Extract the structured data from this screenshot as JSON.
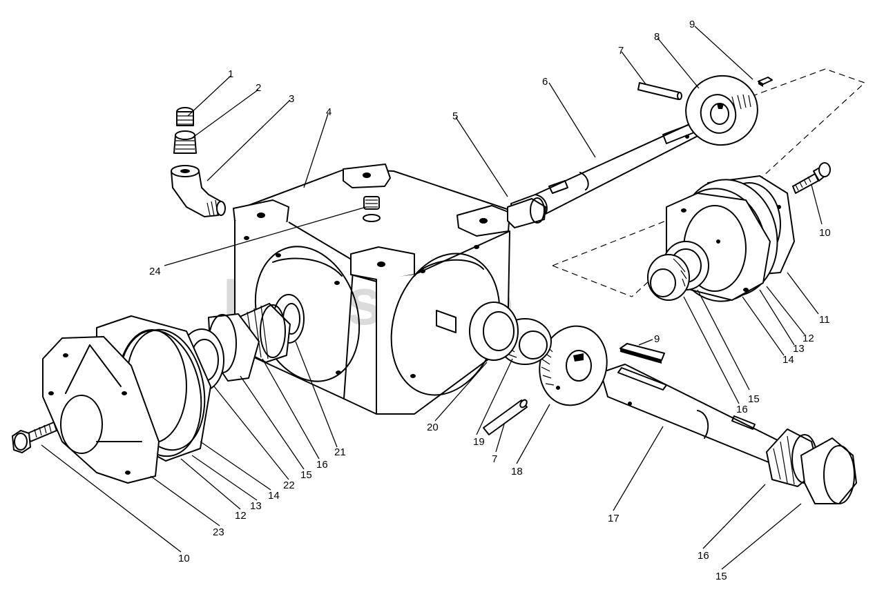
{
  "watermark": "PartsTree",
  "callouts": [
    {
      "id": "c1",
      "text": "1"
    },
    {
      "id": "c2",
      "text": "2"
    },
    {
      "id": "c3",
      "text": "3"
    },
    {
      "id": "c4",
      "text": "4"
    },
    {
      "id": "c5",
      "text": "5"
    },
    {
      "id": "c6",
      "text": "6"
    },
    {
      "id": "c7a",
      "text": "7"
    },
    {
      "id": "c8",
      "text": "8"
    },
    {
      "id": "c9a",
      "text": "9"
    },
    {
      "id": "c10a",
      "text": "10"
    },
    {
      "id": "c11",
      "text": "11"
    },
    {
      "id": "c12a",
      "text": "12"
    },
    {
      "id": "c13a",
      "text": "13"
    },
    {
      "id": "c14a",
      "text": "14"
    },
    {
      "id": "c15a",
      "text": "15"
    },
    {
      "id": "c16a",
      "text": "16"
    },
    {
      "id": "c9b",
      "text": "9"
    },
    {
      "id": "c24",
      "text": "24"
    },
    {
      "id": "c20",
      "text": "20"
    },
    {
      "id": "c19",
      "text": "19"
    },
    {
      "id": "c7b",
      "text": "7"
    },
    {
      "id": "c18",
      "text": "18"
    },
    {
      "id": "c21",
      "text": "21"
    },
    {
      "id": "c16b",
      "text": "16"
    },
    {
      "id": "c15b",
      "text": "15"
    },
    {
      "id": "c22",
      "text": "22"
    },
    {
      "id": "c14b",
      "text": "14"
    },
    {
      "id": "c13b",
      "text": "13"
    },
    {
      "id": "c12b",
      "text": "12"
    },
    {
      "id": "c23",
      "text": "23"
    },
    {
      "id": "c10b",
      "text": "10"
    },
    {
      "id": "c17",
      "text": "17"
    },
    {
      "id": "c16c",
      "text": "16"
    },
    {
      "id": "c15c",
      "text": "15"
    }
  ]
}
